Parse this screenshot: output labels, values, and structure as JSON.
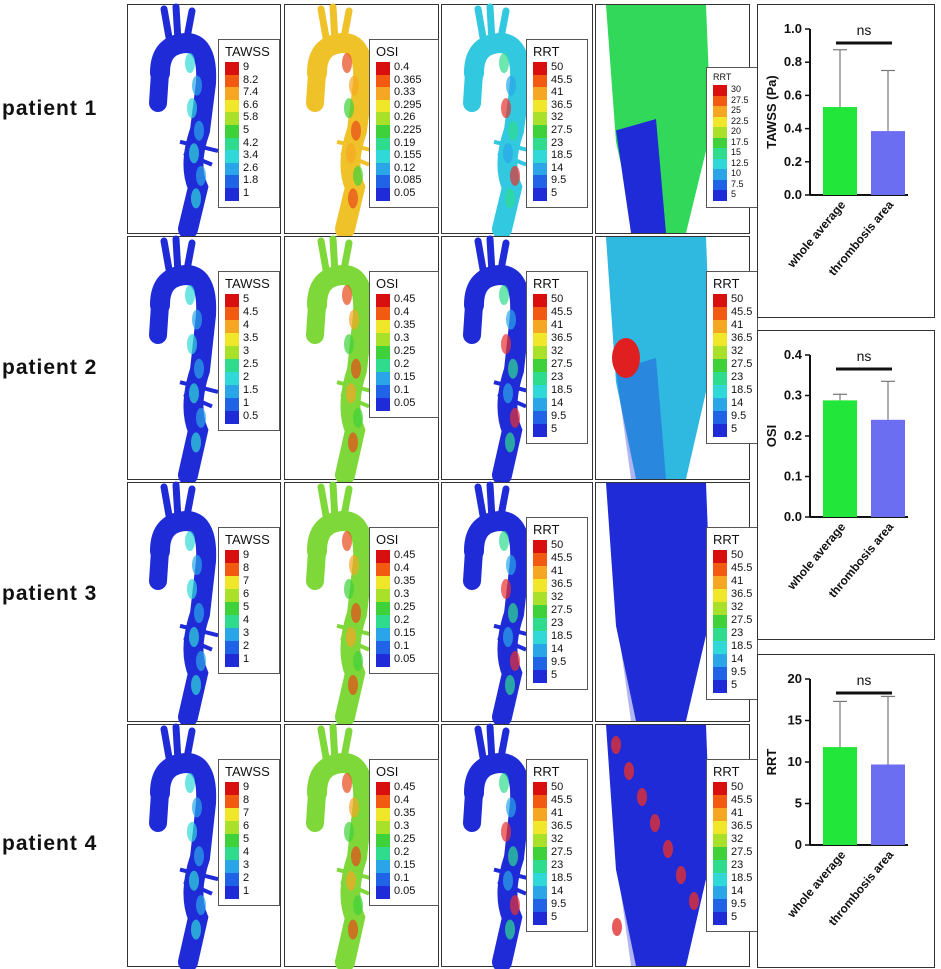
{
  "patients": [
    {
      "label": "patient 1",
      "panels": [
        {
          "kind": "tawss",
          "title": "TAWSS",
          "ticks": [
            "9",
            "8.2",
            "7.4",
            "6.6",
            "5.8",
            "5",
            "4.2",
            "3.4",
            "2.6",
            "1.8",
            "1"
          ]
        },
        {
          "kind": "osi",
          "title": "OSI",
          "ticks": [
            "0.4",
            "0.365",
            "0.33",
            "0.295",
            "0.26",
            "0.225",
            "0.19",
            "0.155",
            "0.12",
            "0.085",
            "0.05"
          ]
        },
        {
          "kind": "rrt",
          "title": "RRT",
          "ticks": [
            "50",
            "45.5",
            "41",
            "36.5",
            "32",
            "27.5",
            "23",
            "18.5",
            "14",
            "9.5",
            "5"
          ]
        },
        {
          "kind": "zoom",
          "title": "RRT",
          "ticks": [
            "30",
            "27.5",
            "25",
            "22.5",
            "20",
            "17.5",
            "15",
            "12.5",
            "10",
            "7.5",
            "5"
          ]
        }
      ]
    },
    {
      "label": "patient 2",
      "panels": [
        {
          "kind": "tawss",
          "title": "TAWSS",
          "ticks": [
            "5",
            "4.5",
            "4",
            "3.5",
            "3",
            "2.5",
            "2",
            "1.5",
            "1",
            "0.5"
          ]
        },
        {
          "kind": "osi",
          "title": "OSI",
          "ticks": [
            "0.45",
            "0.4",
            "0.35",
            "0.3",
            "0.25",
            "0.2",
            "0.15",
            "0.1",
            "0.05"
          ]
        },
        {
          "kind": "rrt",
          "title": "RRT",
          "ticks": [
            "50",
            "45.5",
            "41",
            "36.5",
            "32",
            "27.5",
            "23",
            "18.5",
            "14",
            "9.5",
            "5"
          ]
        },
        {
          "kind": "zoom",
          "title": "RRT",
          "ticks": [
            "50",
            "45.5",
            "41",
            "36.5",
            "32",
            "27.5",
            "23",
            "18.5",
            "14",
            "9.5",
            "5"
          ]
        }
      ]
    },
    {
      "label": "patient 3",
      "panels": [
        {
          "kind": "tawss",
          "title": "TAWSS",
          "ticks": [
            "9",
            "8",
            "7",
            "6",
            "5",
            "4",
            "3",
            "2",
            "1"
          ]
        },
        {
          "kind": "osi",
          "title": "OSI",
          "ticks": [
            "0.45",
            "0.4",
            "0.35",
            "0.3",
            "0.25",
            "0.2",
            "0.15",
            "0.1",
            "0.05"
          ]
        },
        {
          "kind": "rrt",
          "title": "RRT",
          "ticks": [
            "50",
            "45.5",
            "41",
            "36.5",
            "32",
            "27.5",
            "23",
            "18.5",
            "14",
            "9.5",
            "5"
          ]
        },
        {
          "kind": "zoom",
          "title": "RRT",
          "ticks": [
            "50",
            "45.5",
            "41",
            "36.5",
            "32",
            "27.5",
            "23",
            "18.5",
            "14",
            "9.5",
            "5"
          ]
        }
      ]
    },
    {
      "label": "patient 4",
      "panels": [
        {
          "kind": "tawss",
          "title": "TAWSS",
          "ticks": [
            "9",
            "8",
            "7",
            "6",
            "5",
            "4",
            "3",
            "2",
            "1"
          ]
        },
        {
          "kind": "osi",
          "title": "OSI",
          "ticks": [
            "0.45",
            "0.4",
            "0.35",
            "0.3",
            "0.25",
            "0.2",
            "0.15",
            "0.1",
            "0.05"
          ]
        },
        {
          "kind": "rrt",
          "title": "RRT",
          "ticks": [
            "50",
            "45.5",
            "41",
            "36.5",
            "32",
            "27.5",
            "23",
            "18.5",
            "14",
            "9.5",
            "5"
          ]
        },
        {
          "kind": "zoom",
          "title": "RRT",
          "ticks": [
            "50",
            "45.5",
            "41",
            "36.5",
            "32",
            "27.5",
            "23",
            "18.5",
            "14",
            "9.5",
            "5"
          ]
        }
      ]
    }
  ],
  "colors": {
    "vessel_blue": "#1f2bd6",
    "scale": [
      "#d90f0f",
      "#f25a12",
      "#f5a623",
      "#f0e62a",
      "#a9e02a",
      "#3ed13a",
      "#2fdc8e",
      "#31d8d8",
      "#2aa6e8",
      "#2163e6",
      "#1f2bd6"
    ],
    "bar_green": "#22e63a",
    "bar_purple": "#6b6ef0"
  },
  "chart_data": [
    {
      "type": "bar",
      "categories": [
        "whole average",
        "thrombosis area"
      ],
      "values": [
        0.53,
        0.385
      ],
      "errors": [
        0.345,
        0.365
      ],
      "ylabel": "TAWSS (Pa)",
      "ylim": [
        0,
        1.0
      ],
      "yticks": [
        "0.0",
        "0.2",
        "0.4",
        "0.6",
        "0.8",
        "1.0"
      ],
      "annotation": "ns"
    },
    {
      "type": "bar",
      "categories": [
        "whole average",
        "thrombosis area"
      ],
      "values": [
        0.288,
        0.24
      ],
      "errors": [
        0.015,
        0.095
      ],
      "ylabel": "OSI",
      "ylim": [
        0,
        0.4
      ],
      "yticks": [
        "0.0",
        "0.1",
        "0.2",
        "0.3",
        "0.4"
      ],
      "annotation": "ns"
    },
    {
      "type": "bar",
      "categories": [
        "whole average",
        "thrombosis area"
      ],
      "values": [
        11.8,
        9.7
      ],
      "errors": [
        5.5,
        8.2
      ],
      "ylabel": "RRT",
      "ylim": [
        0,
        20
      ],
      "yticks": [
        "0",
        "5",
        "10",
        "15",
        "20"
      ],
      "annotation": "ns"
    }
  ]
}
